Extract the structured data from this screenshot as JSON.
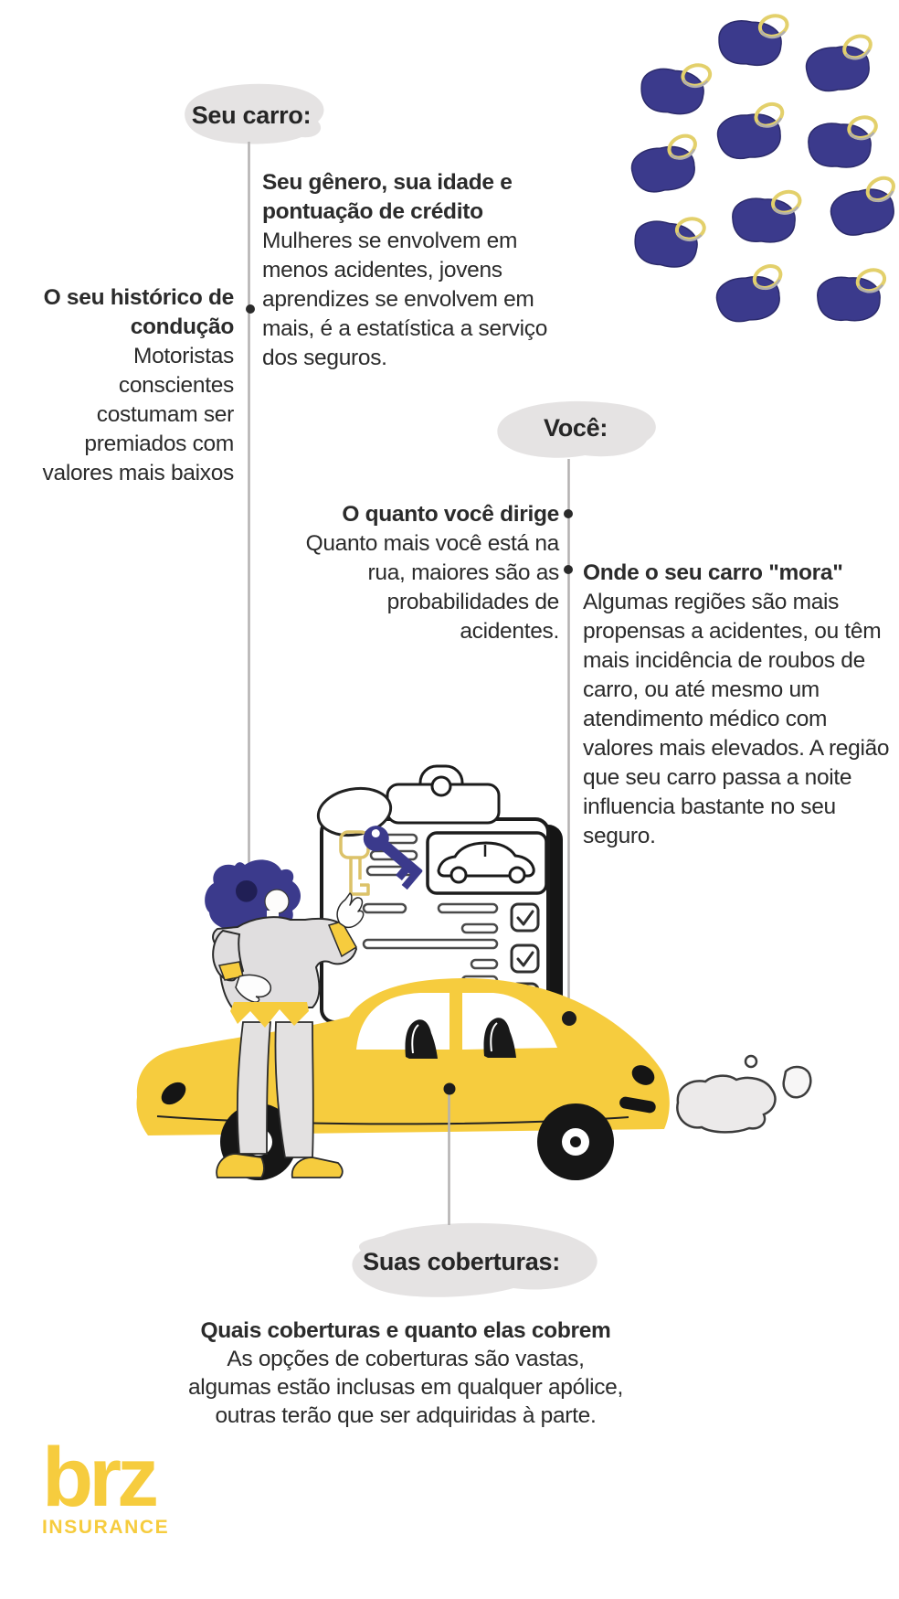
{
  "bubbles": {
    "car": "Seu carro:",
    "you": "Você:",
    "coverages": "Suas coberturas:"
  },
  "blocks": {
    "gender": {
      "title": "Seu gênero, sua idade e pontuação de crédito",
      "body": "Mulheres se envolvem em menos acidentes, jovens aprendizes se envolvem em mais, é a estatística a serviço dos seguros."
    },
    "history": {
      "title": "O seu histórico de condução",
      "body": "Motoristas conscientes costumam ser premiados com valores mais baixos"
    },
    "mileage": {
      "title": "O quanto você dirige",
      "body": "Quanto mais você está na rua, maiores são as probabilidades de acidentes."
    },
    "location": {
      "title": "Onde o seu carro \"mora\"",
      "body": "Algumas regiões são mais propensas a acidentes, ou têm mais incidência de roubos de carro, ou até mesmo um atendimento médico com valores mais elevados. A região que seu carro passa a noite influencia bastante no seu seguro."
    },
    "coverages": {
      "title": "Quais coberturas e quanto elas cobrem",
      "body": "As opções de coberturas são vastas, algumas estão inclusas em qualquer apólice, outras terão que ser adquiridas à parte."
    }
  },
  "logo": {
    "name": "brz",
    "subtitle": "INSURANCE"
  },
  "decor": {
    "bean_count": 11
  },
  "colors": {
    "blue": "#3b3a8c",
    "yellow": "#f6cc3e",
    "ring_yellow": "#e3d06b",
    "bubble_gray": "#e5e3e3",
    "line_gray": "#b3b1b1",
    "text": "#2b2b2b"
  }
}
